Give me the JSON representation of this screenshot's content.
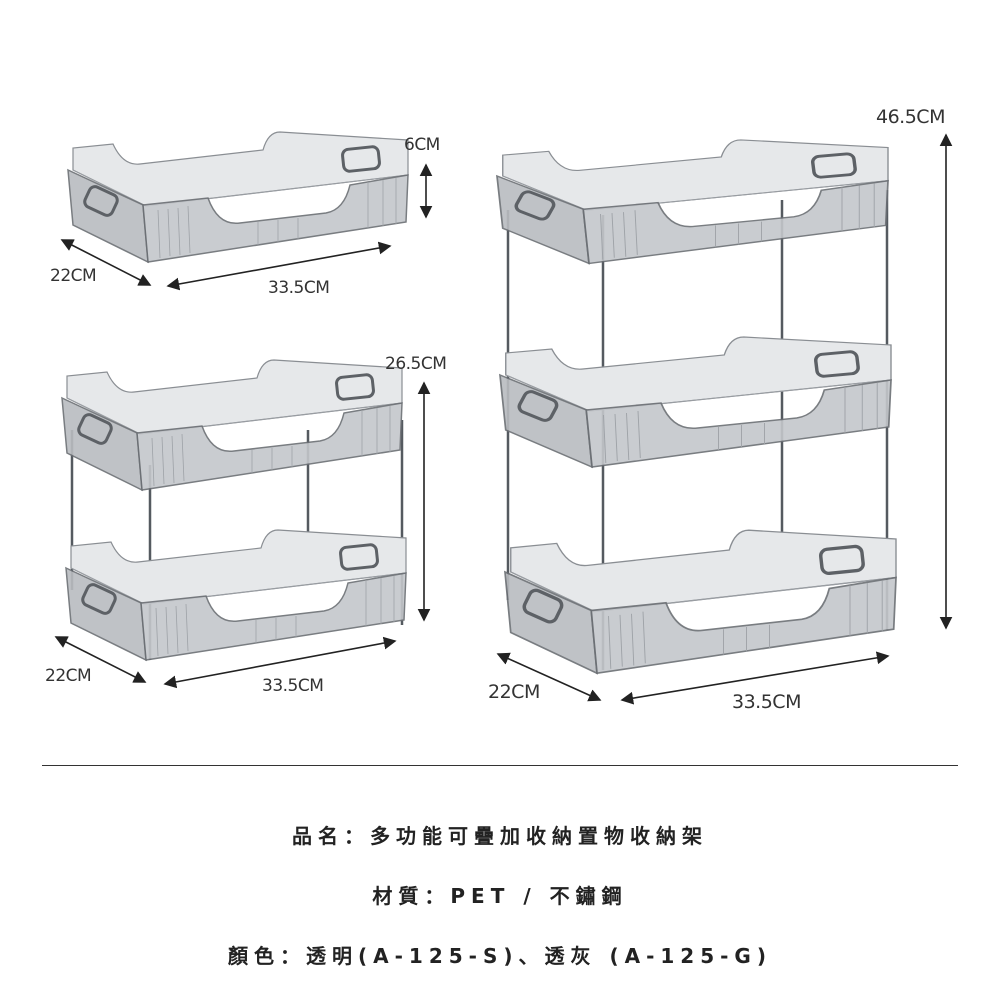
{
  "dimensions": {
    "single": {
      "height": "6CM",
      "depth": "22CM",
      "width": "33.5CM"
    },
    "double": {
      "height": "26.5CM",
      "depth": "22CM",
      "width": "33.5CM"
    },
    "triple": {
      "height": "46.5CM",
      "depth": "22CM",
      "width": "33.5CM"
    }
  },
  "product": {
    "name_line": "品名：多功能可疊加收納置物收納架",
    "material_line": "材質：PET / 不鏽鋼",
    "color_line": "顏色：透明(A-125-S)、透灰 (A-125-G)"
  },
  "colors": {
    "tray_fill": "#b9bcc0",
    "tray_stroke": "#6b6f74",
    "leg": "#555a60"
  }
}
